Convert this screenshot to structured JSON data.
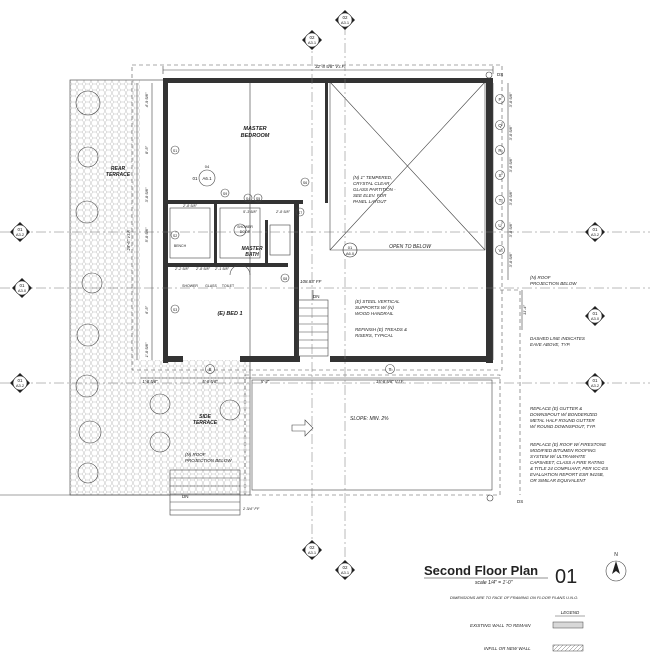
{
  "title_block": {
    "title": "Second Floor Plan",
    "scale": "scale 1/4\" = 1'-0\"",
    "sheet_number": "01",
    "north": "N",
    "note": "DIMENSIONS ARE TO FACE OF FRAMING ON FLOOR PLANS U.N.O."
  },
  "legend": {
    "heading": "LEGEND",
    "items": [
      {
        "label": "EXISTING WALL TO REMAIN"
      },
      {
        "label": "INFILL OR NEW WALL"
      }
    ]
  },
  "rooms": {
    "master_bedroom": [
      "MASTER",
      "BEDROOM"
    ],
    "master_bath": [
      "MASTER",
      "BATH"
    ],
    "bed1": "(E) BED 1",
    "rear_terrace": [
      "REAR",
      "TERRACE"
    ],
    "side_terrace": [
      "SIDE",
      "TERRACE"
    ],
    "open_to_below": "OPEN TO BELOW"
  },
  "annotations": {
    "glass": [
      "(N) 1\" TEMPERED,",
      "CRYSTAL CLEAR",
      "GLASS PARTITION -",
      "SEE ELEV. FOR",
      "PANEL LAYOUT"
    ],
    "roof_proj_right": [
      "(N) ROOF",
      "PROJECTION BELOW"
    ],
    "steel": [
      "(E) STEEL VERTICAL",
      "SUPPORTS W/ (N)",
      "WOOD HANDRAIL"
    ],
    "refinish": [
      "REFINISH (E) TREADS &",
      "RISERS, TYPICAL"
    ],
    "dashed": [
      "DASHED LINE INDICATES",
      "EAVE ABOVE, TYP."
    ],
    "gutter": [
      "REPLACE (E) GUTTER &",
      "DOWNSPOUT W/ BONDERIZED",
      "METAL HALF ROUND GUTTER",
      "W/ ROUND DOWNSPOUT, TYP."
    ],
    "roof": [
      "REPLACE (E) ROOF W/ FIRESTONE",
      "MODIFIED BITUMEN ROOFING",
      "SYSTEM W/ ULTRAWHITE",
      "CAPSHEET, CLASS A FIRE RATING",
      "& TITLE 24 COMPLIANT, PER ICC-ES",
      "EVALUATION REPORT ESR 9415B,",
      "OR SIMILAR EQUIVALENT"
    ],
    "roof_proj_left": [
      "(N) ROOF",
      "PROJECTION BELOW"
    ],
    "slope": "SLOPE: MIN. 2%",
    "elevation": "108.83' FF",
    "dn1": "DN",
    "dn2": "DN",
    "ds1": "DS",
    "ds2": "DS",
    "shower": "SHOWER",
    "glass_lbl": "GLASS",
    "toilet": "TOILET",
    "bench": "BENCH",
    "shower_door": [
      "SHOWER",
      "DOOR"
    ],
    "e_wall": "2 3/4\" FF"
  },
  "dimensions": {
    "top": "32'-8 5/8\" V.I.F.",
    "bottom_left": "1'-8 5/8\"",
    "bottom_mid": "5'-8 5/8\"",
    "bottom_mid2": "5'-4\"",
    "bottom_right": "15'-8 5/8\" V.I.F.",
    "left_overall": "29'-6\" V.I.F.",
    "left_1": "4'-9 5/8\"",
    "left_2": "8'-5\"",
    "left_3": "3'-8 5/8\"",
    "left_4": "5'-8 5/8\"",
    "left_5": "6'-5\"",
    "left_6": "1'-8 5/8\"",
    "right_1": "3'-8 5/8\"",
    "right_2": "3'-8 5/8\"",
    "right_3": "3'-8 5/8\"",
    "right_4": "3'-8 5/8\"",
    "right_5": "3'-8 5/8\"",
    "right_6": "3'-8 5/8\"",
    "right_overall": "11'-4\"",
    "bath_1": "2'-8 5/8\"",
    "bath_2": "5'-3 5/8\"",
    "bath_3": "2'-8 5/8\"",
    "bath_4": "2'-2 5/8\"",
    "bath_5": "2'-8 5/8\"",
    "bath_6": "2'-1 5/8\""
  },
  "section_markers": [
    {
      "num": "02",
      "sheet": "A3.1"
    },
    {
      "num": "01",
      "sheet": "A3.2"
    },
    {
      "num": "01",
      "sheet": "A3.2"
    },
    {
      "num": "01",
      "sheet": "A3.0"
    },
    {
      "num": "01",
      "sheet": "A3.0"
    },
    {
      "num": "01",
      "sheet": "A3.2"
    },
    {
      "num": "01",
      "sheet": "A3.2"
    },
    {
      "num": "02",
      "sheet": "A3.1"
    },
    {
      "num": "02",
      "sheet": "A3.1"
    },
    {
      "num": "01",
      "sheet": "A6.0"
    }
  ],
  "grid_bubbles": {
    "right": [
      "P",
      "Q",
      "R",
      "S",
      "T",
      "U",
      "V"
    ],
    "bottom": [
      "S",
      "T"
    ],
    "interior": [
      "S1",
      "S2",
      "S3",
      "S4",
      "S5",
      "S6",
      "S7",
      "S8",
      "S9"
    ]
  },
  "detail_tags": [
    "01",
    "A6.1",
    "04"
  ],
  "colors": {
    "line": "#222222",
    "wall": "#333333",
    "legend_existing": "#d8d8d8",
    "legend_new": "#9a9a9a"
  }
}
